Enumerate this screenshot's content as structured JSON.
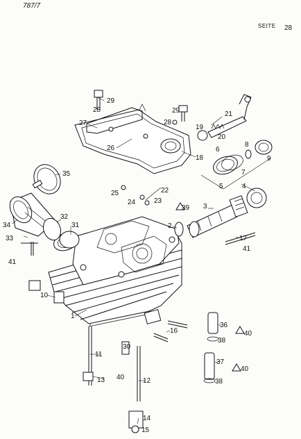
{
  "header": {
    "doc_ref": "787/7",
    "seite_label": "SEITE",
    "page_number": "28"
  },
  "callouts": [
    "1",
    "2",
    "3",
    "4",
    "5",
    "6",
    "7",
    "8",
    "9",
    "10",
    "11",
    "12",
    "13",
    "14",
    "15",
    "16",
    "17",
    "18",
    "19",
    "20",
    "21",
    "22",
    "23",
    "24",
    "25",
    "26",
    "27",
    "28",
    "29",
    "30",
    "31",
    "32",
    "33",
    "34",
    "35",
    "36",
    "37",
    "38",
    "39",
    "40",
    "41"
  ]
}
